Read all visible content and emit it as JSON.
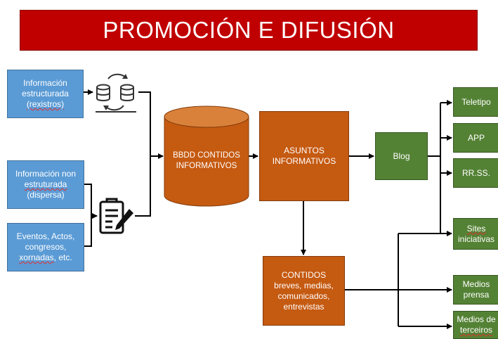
{
  "title": "PROMOCIÓN E DIFUSIÓN",
  "sources": {
    "structured": [
      "Información",
      "estructurada",
      "(rexistros)"
    ],
    "unstructured": [
      "Información non",
      "estruturada",
      "(dispersa)"
    ],
    "events": [
      "Eventos, Actos,",
      "congresos,",
      "xornadas, etc."
    ]
  },
  "database": {
    "label": "BBDD CONTIDOS\nINFORMATIVOS"
  },
  "topics": {
    "label": "ASUNTOS\nINFORMATIVOS"
  },
  "blog": {
    "label": "Blog"
  },
  "contents": {
    "label": "CONTIDOS\nbreves, medias,\ncomunicados,\nentrevistas"
  },
  "channels": {
    "teletipo": "Teletipo",
    "app": "APP",
    "rrss": "RR.SS.",
    "sites": [
      "Sites",
      "iniciativas"
    ],
    "press": "Medios\nprensa",
    "third": [
      "Medios de",
      "terceiros"
    ]
  },
  "icons": [
    "database-sync-icon",
    "document-edit-icon"
  ],
  "colors": {
    "banner": "#c00000",
    "source": "#5b9bd5",
    "process": "#c55a11",
    "channel": "#548235"
  }
}
